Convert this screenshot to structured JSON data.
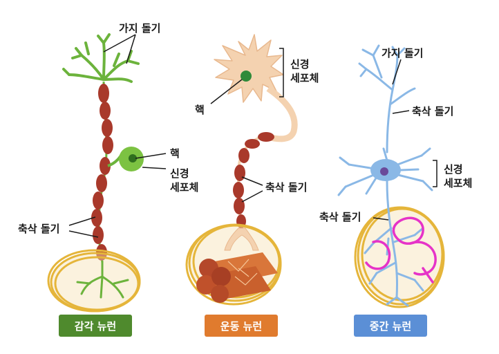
{
  "sensory": {
    "dendrite_label": "가지 돌기",
    "nucleus_label": "핵",
    "soma_label_line1": "신경",
    "soma_label_line2": "세포체",
    "axon_label": "축삭 돌기",
    "badge": "감각 뉴런",
    "badge_color": "#4f8a2d"
  },
  "motor": {
    "soma_label_line1": "신경",
    "soma_label_line2": "세포체",
    "nucleus_label": "핵",
    "axon_label": "축삭 돌기",
    "badge": "운동 뉴런",
    "badge_color": "#e07b2e"
  },
  "inter": {
    "dendrite_label": "가지 돌기",
    "axon_label_top": "축삭 돌기",
    "soma_label_line1": "신경",
    "soma_label_line2": "세포체",
    "axon_label_bottom": "축삭 돌기",
    "badge": "중간 뉴런",
    "badge_color": "#5b8fd6"
  },
  "colors": {
    "myelin": "#a9392b",
    "sensory_body": "#7cc242",
    "motor_body": "#f4d2b0",
    "inter_body": "#8ab8e6",
    "highlight_circle": "#e5b53a",
    "pink_annotation": "#e633c8"
  }
}
